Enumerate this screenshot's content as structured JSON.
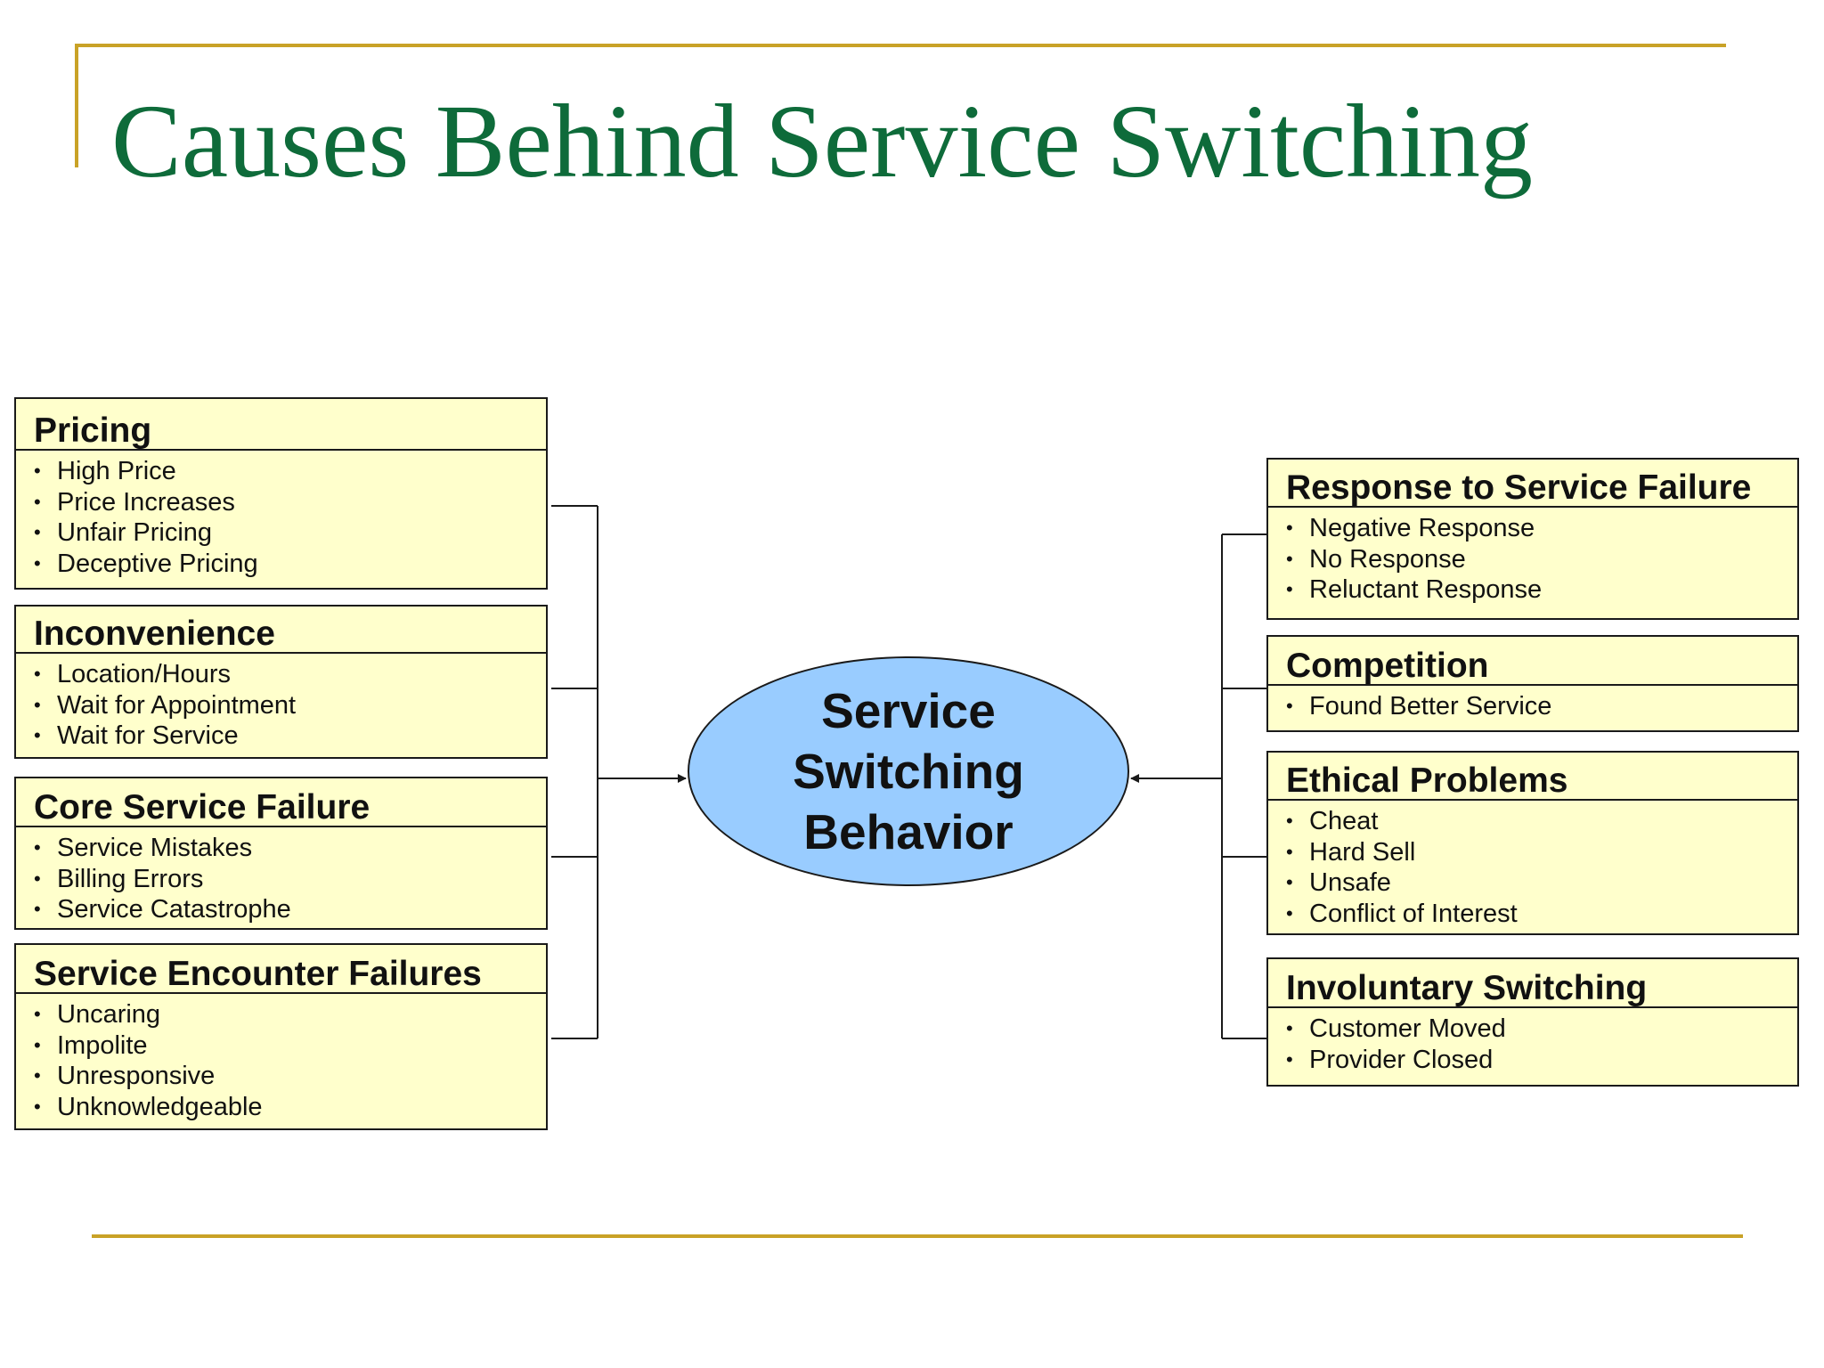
{
  "title": "Causes Behind Service Switching",
  "center": {
    "label": "Service\nSwitching\nBehavior"
  },
  "left_boxes": [
    {
      "heading": "Pricing",
      "items": [
        "High Price",
        "Price Increases",
        "Unfair Pricing",
        "Deceptive Pricing"
      ]
    },
    {
      "heading": "Inconvenience",
      "items": [
        "Location/Hours",
        "Wait for Appointment",
        "Wait for Service"
      ]
    },
    {
      "heading": "Core Service Failure",
      "items": [
        "Service Mistakes",
        "Billing Errors",
        "Service Catastrophe"
      ]
    },
    {
      "heading": "Service Encounter Failures",
      "items": [
        "Uncaring",
        "Impolite",
        "Unresponsive",
        "Unknowledgeable"
      ]
    }
  ],
  "right_boxes": [
    {
      "heading": "Response to Service Failure",
      "items": [
        "Negative Response",
        "No Response",
        "Reluctant Response"
      ]
    },
    {
      "heading": "Competition",
      "items": [
        "Found Better Service"
      ]
    },
    {
      "heading": "Ethical Problems",
      "items": [
        "Cheat",
        "Hard Sell",
        "Unsafe",
        "Conflict of Interest"
      ]
    },
    {
      "heading": "Involuntary Switching",
      "items": [
        "Customer Moved",
        "Provider Closed"
      ]
    }
  ],
  "colors": {
    "title": "#0E6B3A",
    "rule": "#C9A227",
    "box_fill": "#FFFFCC",
    "ellipse_fill": "#99CCFF"
  }
}
